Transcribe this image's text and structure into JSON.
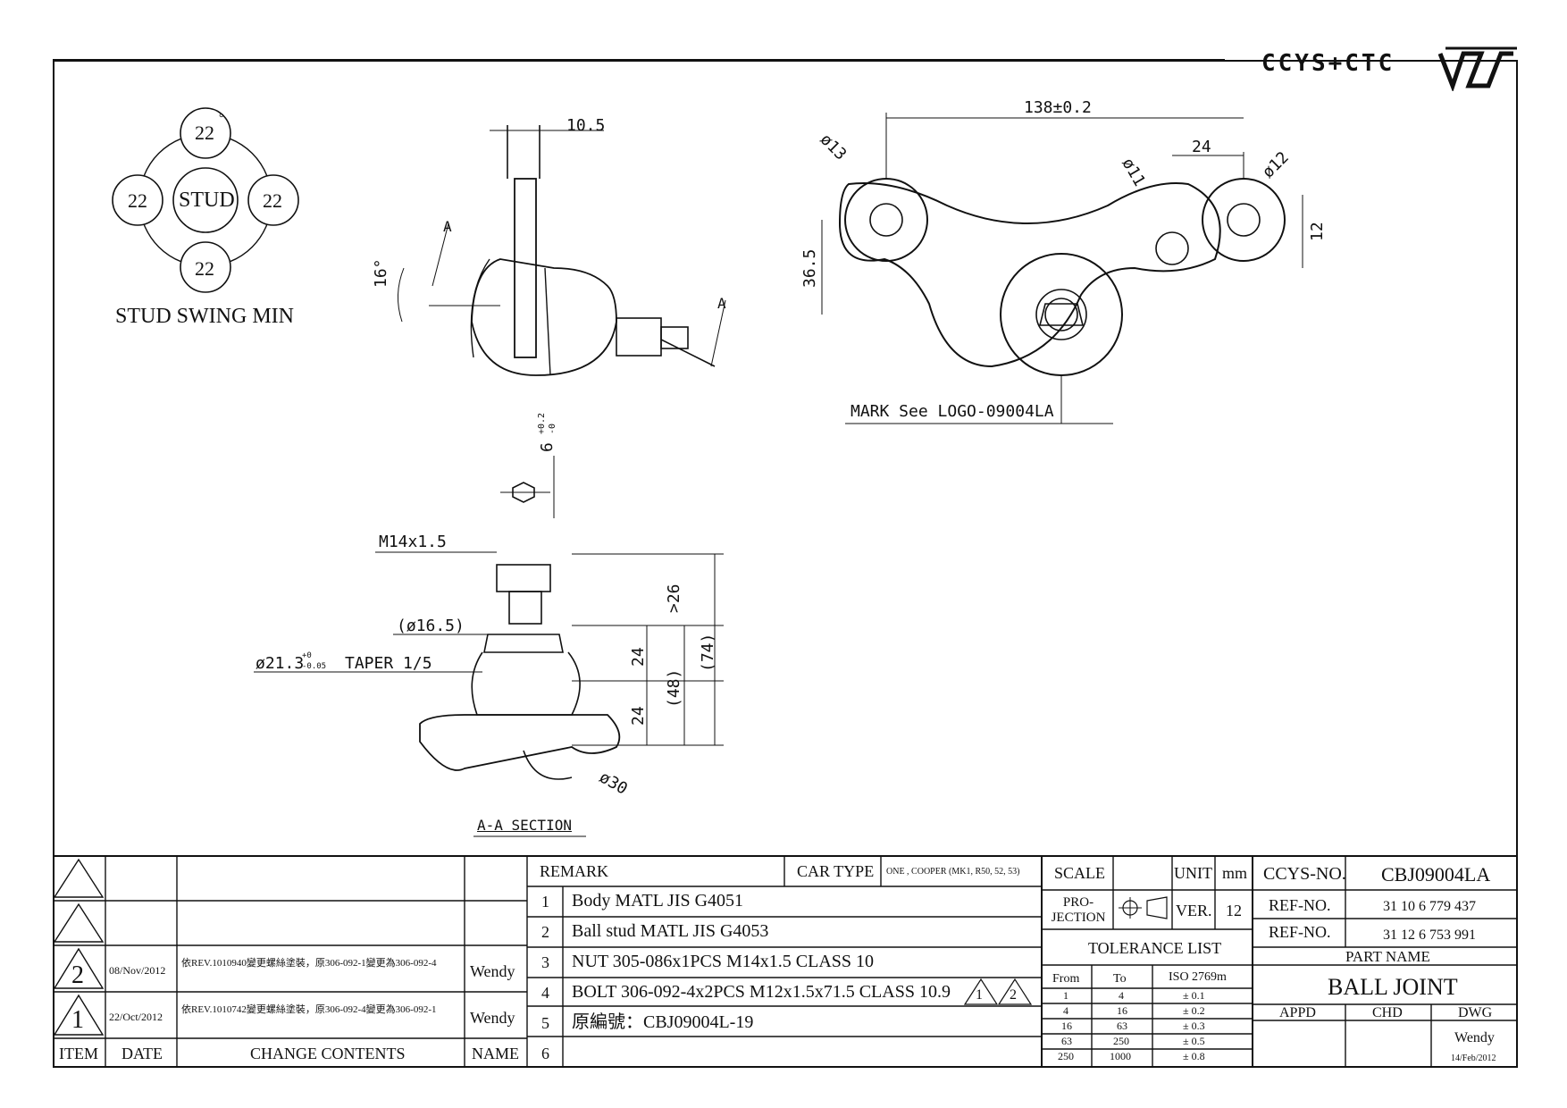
{
  "brand": {
    "logo_text": "CCYS+CTC"
  },
  "stud_swing": {
    "center_label": "STUD",
    "angles": [
      "22",
      "22",
      "22",
      "22"
    ],
    "degree": "°",
    "caption": "STUD SWING MIN"
  },
  "side_view": {
    "dim_top": "10.5",
    "angle": "16°",
    "section_mark_left": "A",
    "section_mark_right": "A"
  },
  "plan_view": {
    "dim_overall": "138±0.2",
    "dim_24": "24",
    "dim_d13": "ø13",
    "dim_d11": "ø11",
    "dim_d12": "ø12",
    "dim_12": "12",
    "dim_36_5": "36.5",
    "mark_note": "MARK See LOGO-09004LA"
  },
  "hex_detail": {
    "dim": "6",
    "tol_upper": "+0.2",
    "tol_lower": "-0"
  },
  "section_view": {
    "thread": "M14x1.5",
    "d16_5": "(ø16.5)",
    "taper_prefix": "ø21.3",
    "taper_tol_upper": "+0",
    "taper_tol_lower": "-0.05",
    "taper_suffix": "TAPER 1/5",
    "dim_26": ">26",
    "dim_74": "(74)",
    "dim_48": "(48)",
    "dim_24a": "24",
    "dim_24b": "24",
    "dim_d30": "ø30",
    "title": "A-A SECTION"
  },
  "title_block": {
    "revision_table": {
      "headers": {
        "item": "ITEM",
        "date": "DATE",
        "contents": "CHANGE CONTENTS",
        "name": "NAME"
      },
      "rows": [
        {
          "item": "",
          "date": "",
          "contents": "",
          "name": ""
        },
        {
          "item": "",
          "date": "",
          "contents": "",
          "name": ""
        },
        {
          "item": "2",
          "date": "08/Nov/2012",
          "contents": "依REV.1010940變更螺絲塗裝，原306-092-1變更為306-092-4",
          "name": "Wendy"
        },
        {
          "item": "1",
          "date": "22/Oct/2012",
          "contents": "依REV.1010742變更螺絲塗裝，原306-092-4變更為306-092-1",
          "name": "Wendy"
        }
      ]
    },
    "remark": {
      "label": "REMARK",
      "car_type_label": "CAR TYPE",
      "car_type_value": "ONE , COOPER (MK1, R50, 52, 53)",
      "items": [
        {
          "no": "1",
          "text": "Body MATL JIS G4051"
        },
        {
          "no": "2",
          "text": "Ball stud MATL JIS G4053"
        },
        {
          "no": "3",
          "text": "NUT 305-086x1PCS M14x1.5 CLASS 10"
        },
        {
          "no": "4",
          "text": "BOLT 306-092-4x2PCS M12x1.5x71.5 CLASS 10.9"
        },
        {
          "no": "5",
          "text": "原編號：CBJ09004L-19"
        },
        {
          "no": "6",
          "text": ""
        }
      ],
      "rev_markers": [
        "1",
        "2"
      ]
    },
    "scale_label": "SCALE",
    "scale_value": "",
    "unit_label": "UNIT",
    "unit_value": "mm",
    "projection_label": "PRO-JECTION",
    "ver_label": "VER.",
    "ver_value": "12",
    "tolerance": {
      "title": "TOLERANCE LIST",
      "headers": [
        "From",
        "To",
        "ISO 2769m"
      ],
      "rows": [
        [
          "1",
          "4",
          "± 0.1"
        ],
        [
          "4",
          "16",
          "± 0.2"
        ],
        [
          "16",
          "63",
          "± 0.3"
        ],
        [
          "63",
          "250",
          "± 0.5"
        ],
        [
          "250",
          "1000",
          "± 0.8"
        ]
      ]
    },
    "ccys_no_label": "CCYS-NO.",
    "ccys_no_value": "CBJ09004LA",
    "ref_no_label": "REF-NO.",
    "ref_no_values": [
      "31 10 6 779 437",
      "31 12 6 753 991"
    ],
    "part_name_label": "PART NAME",
    "part_name_value": "BALL JOINT",
    "approvals": {
      "appd": "APPD",
      "chd": "CHD",
      "dwg": "DWG",
      "dwg_name": "Wendy",
      "dwg_date": "14/Feb/2012"
    }
  }
}
